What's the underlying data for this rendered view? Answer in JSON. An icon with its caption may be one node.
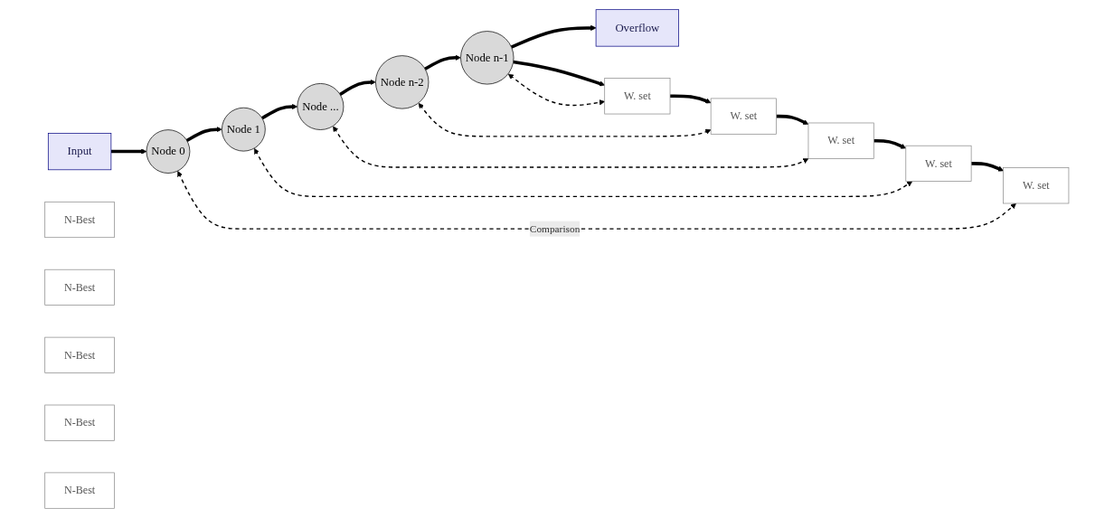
{
  "diagram": {
    "nodes": [
      {
        "text": [
          "Input"
        ]
      },
      {
        "text": [
          "Overflow"
        ]
      },
      {
        "text": [
          "Node 0"
        ]
      },
      {
        "text": [
          "Node 1"
        ]
      },
      {
        "text": [
          "Node ..."
        ]
      },
      {
        "text": [
          "Node n-2"
        ]
      },
      {
        "text": [
          "Node n-1"
        ]
      },
      {
        "text": [
          "N-Best"
        ]
      },
      {
        "text": [
          "N-Best"
        ]
      },
      {
        "text": [
          "N-Best"
        ]
      },
      {
        "text": [
          "N-Best"
        ]
      },
      {
        "text": [
          "N-Best"
        ]
      },
      {
        "text": [
          "W. set"
        ]
      },
      {
        "text": [
          "W. set"
        ]
      },
      {
        "text": [
          "W. set"
        ]
      },
      {
        "text": [
          "W. set"
        ]
      },
      {
        "text": [
          "W. set"
        ]
      }
    ],
    "edges": [
      {
        "from": 0,
        "to": 2,
        "arrow": "to"
      },
      {
        "from": 2,
        "to": 3,
        "arrow": "to"
      },
      {
        "from": 3,
        "to": 4,
        "arrow": "to"
      },
      {
        "from": 4,
        "to": 5,
        "arrow": "to"
      },
      {
        "from": 5,
        "to": 6,
        "arrow": "to"
      },
      {
        "from": 6,
        "to": 1,
        "arrow": "to"
      },
      {
        "from": 6,
        "to": 16,
        "arrow": "to"
      },
      {
        "from": 16,
        "to": 15,
        "arrow": "to"
      },
      {
        "from": 15,
        "to": 14,
        "arrow": "to"
      },
      {
        "from": 14,
        "to": 13,
        "arrow": "to"
      },
      {
        "from": 13,
        "to": 12,
        "arrow": "to"
      },
      {
        "from": 2,
        "to": 12,
        "arrow": "both",
        "style": "dashed",
        "label": "Comparison"
      },
      {
        "from": 3,
        "to": 13,
        "arrow": "both",
        "style": "dashed"
      },
      {
        "from": 4,
        "to": 14,
        "arrow": "both",
        "style": "dashed"
      },
      {
        "from": 5,
        "to": 15,
        "arrow": "both",
        "style": "dashed"
      },
      {
        "from": 6,
        "to": 16,
        "arrow": "both",
        "style": "dashed"
      }
    ]
  }
}
